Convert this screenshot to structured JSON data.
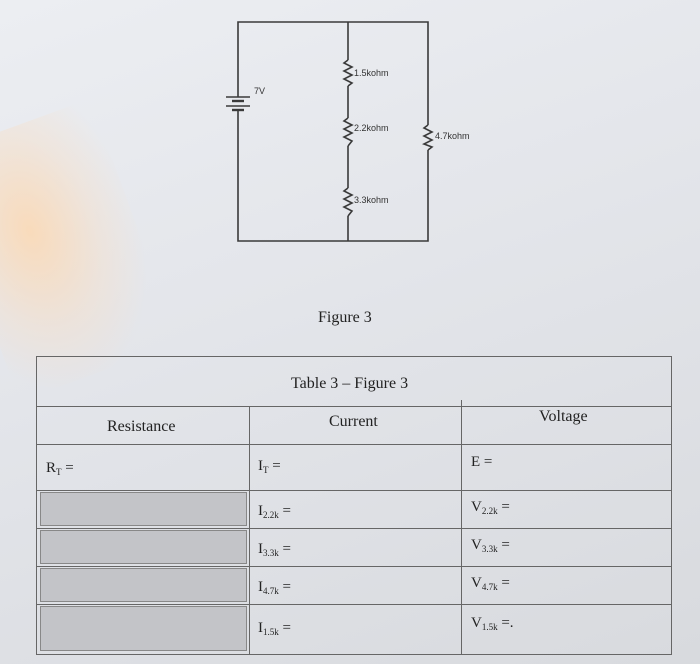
{
  "circuit": {
    "source_label": "7V",
    "r1_label": "1.5kohm",
    "r2_label": "2.2kohm",
    "r3_label": "3.3kohm",
    "r4_label": "4.7kohm"
  },
  "figure_caption": "Figure 3",
  "table": {
    "title": "Table 3 – Figure 3",
    "headers": {
      "resistance": "Resistance",
      "current": "Current",
      "voltage": "Voltage"
    },
    "rows": [
      {
        "r_main": "R",
        "r_sub": "T",
        "r_eq": " =",
        "i_main": "I",
        "i_sub": "T",
        "i_eq": " =",
        "v_main": "E",
        "v_sub": "",
        "v_eq": " ="
      },
      {
        "i_main": "I",
        "i_sub": "2.2k",
        "i_eq": " =",
        "v_main": "V",
        "v_sub": "2.2k",
        "v_eq": " ="
      },
      {
        "i_main": "I",
        "i_sub": "3.3k",
        "i_eq": " =",
        "v_main": "V",
        "v_sub": "3.3k",
        "v_eq": " ="
      },
      {
        "i_main": "I",
        "i_sub": "4.7k",
        "i_eq": " =",
        "v_main": "V",
        "v_sub": "4.7k",
        "v_eq": " ="
      },
      {
        "i_main": "I",
        "i_sub": "1.5k",
        "i_eq": " =",
        "v_main": "V",
        "v_sub": "1.5k",
        "v_eq": " =."
      }
    ]
  }
}
